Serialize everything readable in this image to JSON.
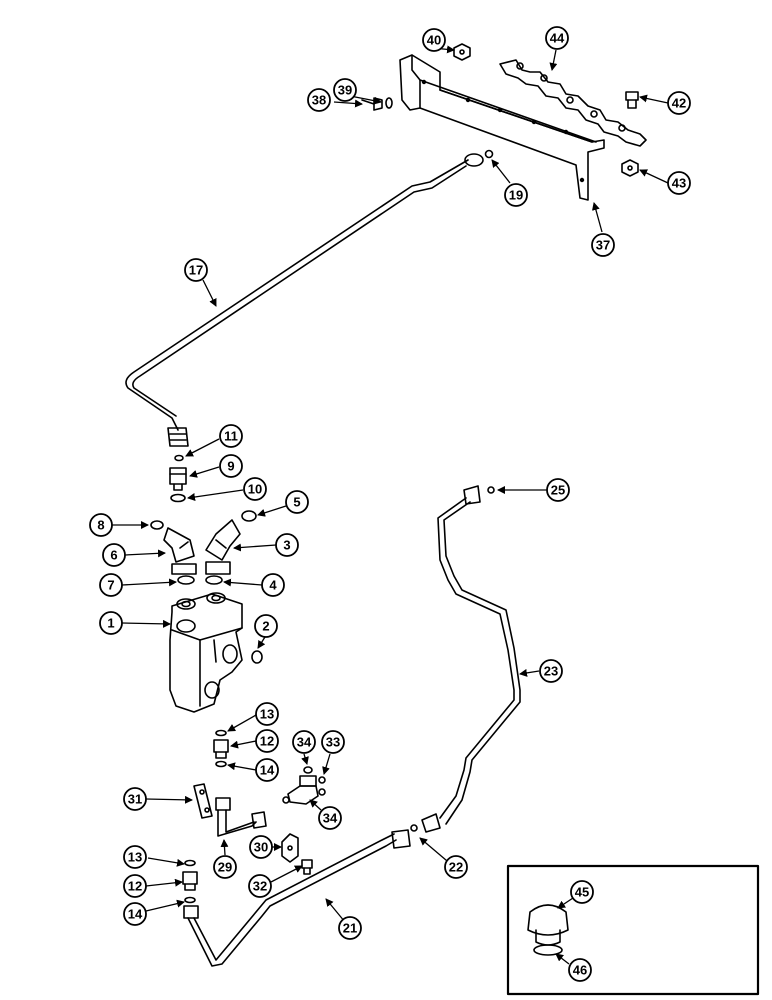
{
  "diagram": {
    "callouts": [
      {
        "id": "c1",
        "label": "1"
      },
      {
        "id": "c2",
        "label": "2"
      },
      {
        "id": "c3",
        "label": "3"
      },
      {
        "id": "c4",
        "label": "4"
      },
      {
        "id": "c5",
        "label": "5"
      },
      {
        "id": "c6",
        "label": "6"
      },
      {
        "id": "c7",
        "label": "7"
      },
      {
        "id": "c8",
        "label": "8"
      },
      {
        "id": "c9",
        "label": "9"
      },
      {
        "id": "c10",
        "label": "10"
      },
      {
        "id": "c11",
        "label": "11"
      },
      {
        "id": "c12a",
        "label": "12"
      },
      {
        "id": "c12b",
        "label": "12"
      },
      {
        "id": "c13a",
        "label": "13"
      },
      {
        "id": "c13b",
        "label": "13"
      },
      {
        "id": "c14a",
        "label": "14"
      },
      {
        "id": "c14b",
        "label": "14"
      },
      {
        "id": "c17",
        "label": "17"
      },
      {
        "id": "c19",
        "label": "19"
      },
      {
        "id": "c21",
        "label": "21"
      },
      {
        "id": "c22",
        "label": "22"
      },
      {
        "id": "c23",
        "label": "23"
      },
      {
        "id": "c25",
        "label": "25"
      },
      {
        "id": "c29",
        "label": "29"
      },
      {
        "id": "c30",
        "label": "30"
      },
      {
        "id": "c31",
        "label": "31"
      },
      {
        "id": "c32",
        "label": "32"
      },
      {
        "id": "c33",
        "label": "33"
      },
      {
        "id": "c34a",
        "label": "34"
      },
      {
        "id": "c34b",
        "label": "34"
      },
      {
        "id": "c37",
        "label": "37"
      },
      {
        "id": "c38",
        "label": "38"
      },
      {
        "id": "c39",
        "label": "39"
      },
      {
        "id": "c40",
        "label": "40"
      },
      {
        "id": "c42",
        "label": "42"
      },
      {
        "id": "c43",
        "label": "43"
      },
      {
        "id": "c44",
        "label": "44"
      },
      {
        "id": "c45",
        "label": "45"
      },
      {
        "id": "c46",
        "label": "46"
      }
    ]
  }
}
